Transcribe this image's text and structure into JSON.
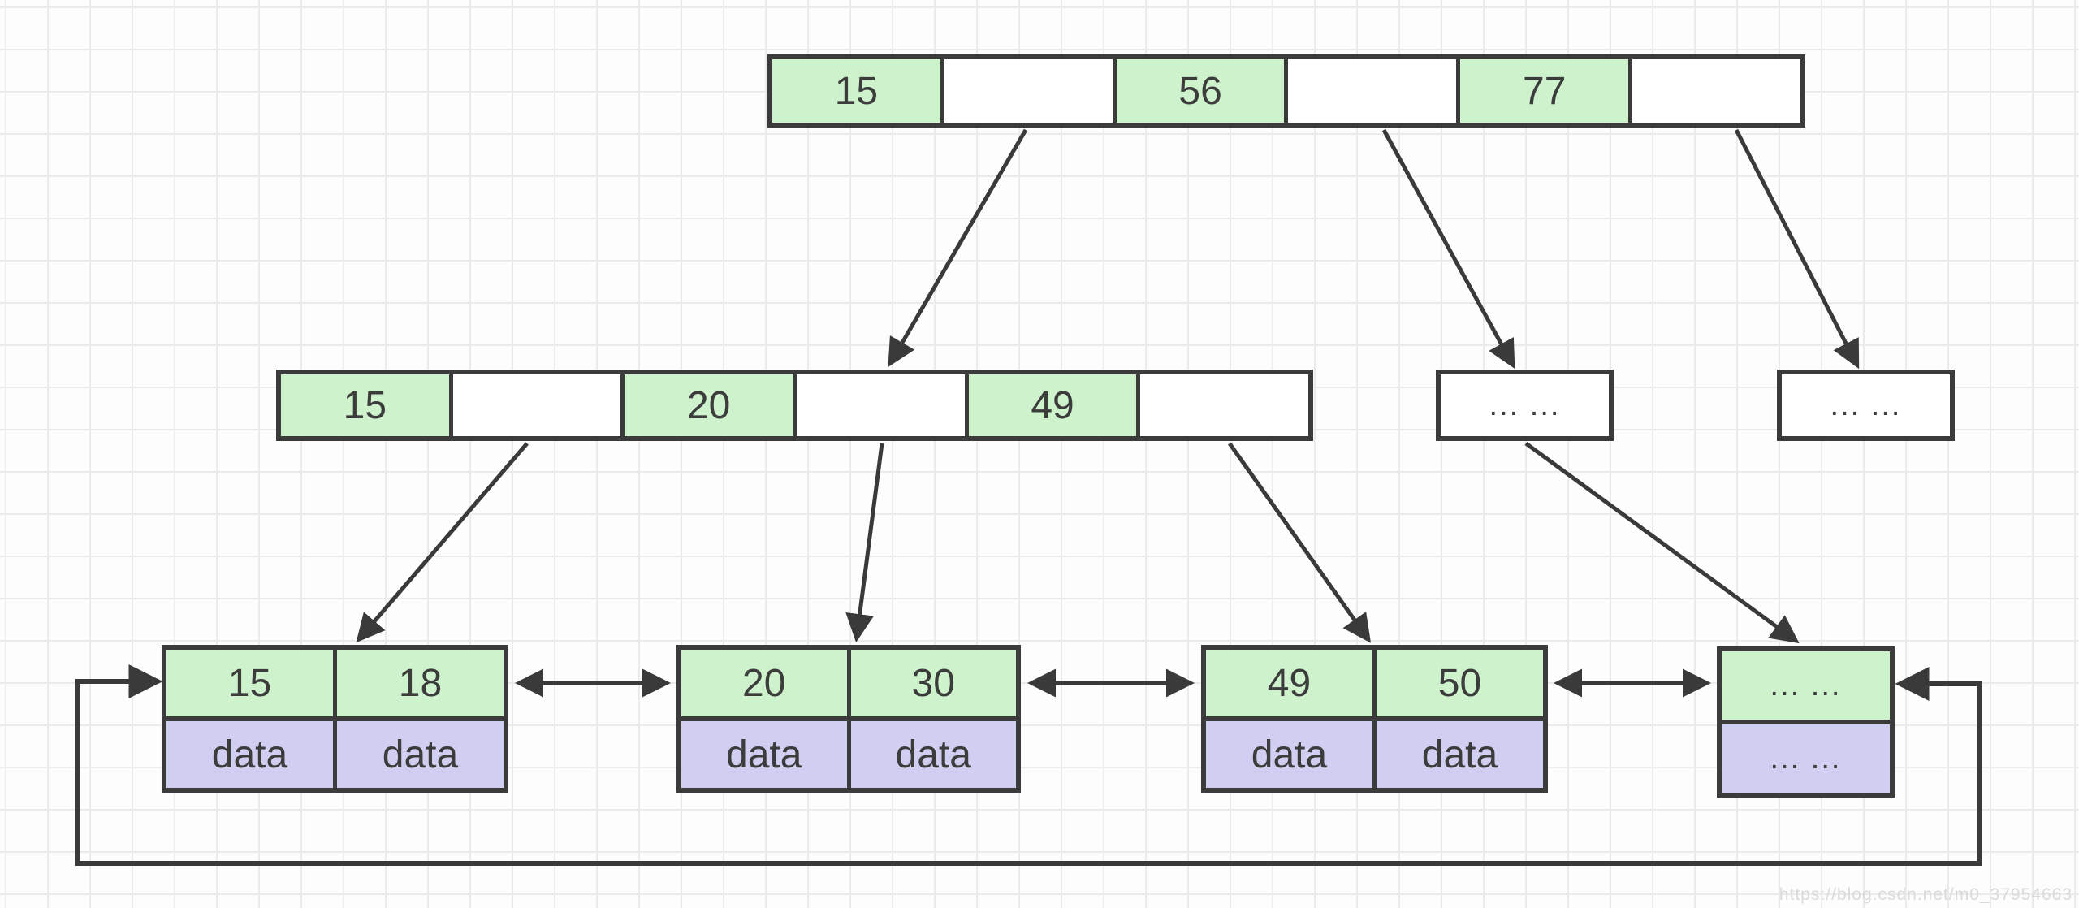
{
  "tree": {
    "root": {
      "cells": [
        "15",
        "",
        "56",
        "",
        "77",
        ""
      ]
    },
    "internal": {
      "cells": [
        "15",
        "",
        "20",
        "",
        "49",
        ""
      ]
    },
    "overflow_nodes": [
      {
        "label": "... ..."
      },
      {
        "label": "... ..."
      }
    ],
    "leaves": [
      {
        "keys": [
          "15",
          "18"
        ],
        "data": [
          "data",
          "data"
        ]
      },
      {
        "keys": [
          "20",
          "30"
        ],
        "data": [
          "data",
          "data"
        ]
      },
      {
        "keys": [
          "49",
          "50"
        ],
        "data": [
          "data",
          "data"
        ]
      },
      {
        "keys": [
          "... ..."
        ],
        "data": [
          "... ..."
        ]
      }
    ]
  },
  "watermark": {
    "text": "https://blog.csdn.net/m0_37954663"
  },
  "colors": {
    "key_fill": "#cdf2cc",
    "data_fill": "#d1cff1",
    "border": "#3b3b3b",
    "arrow": "#3a3a3a",
    "text": "#3c3c3c",
    "grid_line": "#ebebeb",
    "canvas_bg": "#fdfdfd",
    "watermark": "#dadada"
  }
}
